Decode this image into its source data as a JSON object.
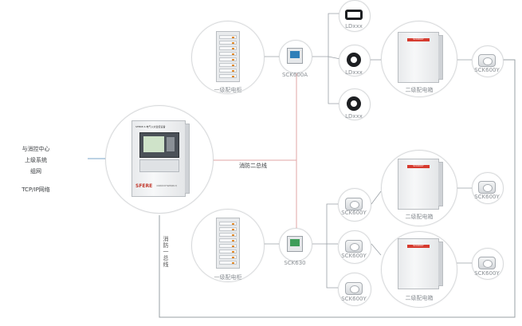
{
  "left_text": {
    "line1": "与消控中心",
    "line2": "上级系统",
    "line3": "组网",
    "network": "TCP/IP网络"
  },
  "bus": {
    "fire_bus_2": "消防二总线",
    "fire_bus_1": "消防一总线"
  },
  "host": {
    "model": "SFERE-S 电气火灾监控设备",
    "brand": "SFERE",
    "company": "江苏斯菲尔电气股份有限公司"
  },
  "cabinets": {
    "top_label": "一级配电柜",
    "bottom_label": "一级配电柜"
  },
  "meters": {
    "top": "SCK600A",
    "bottom": "SCK630"
  },
  "sensors_top": [
    "LDxxx",
    "LDxxx",
    "LDxxx"
  ],
  "sensors_bottom": [
    "SCK600Y",
    "SCK600Y",
    "SCK600Y"
  ],
  "boxes": {
    "label": "二级配电箱",
    "plate": "SCK600Y"
  },
  "right_sensors": [
    "SCK600Y",
    "SCK600Y",
    "SCK600Y"
  ],
  "colors": {
    "network_line": "#7aa6c9",
    "bus_line": "#e2a5a5",
    "plain_line": "#9aa0a6",
    "accent_red": "#d63b2f"
  }
}
